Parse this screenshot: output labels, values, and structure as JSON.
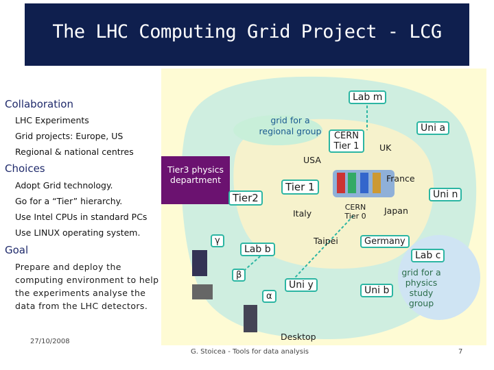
{
  "title": "The LHC Computing Grid Project - LCG",
  "left": {
    "collaboration": {
      "heading": "Collaboration",
      "items": [
        "LHC Experiments",
        "Grid projects: Europe, US",
        "Regional & national centres"
      ]
    },
    "choices": {
      "heading": "Choices",
      "items": [
        "Adopt Grid technology.",
        "Go for a “Tier” hierarchy.",
        "Use Intel CPUs in standard PCs",
        "Use LINUX operating system."
      ]
    },
    "goal": {
      "heading": "Goal",
      "text": "Prepare and deploy the computing environment to help the experiments analyse the data from the LHC detectors."
    }
  },
  "diagram": {
    "grid_regional": "grid for a regional group",
    "tier3": "Tier3 physics department",
    "tier2": "Tier2",
    "tier1": "Tier 1",
    "cern_tier1": "CERN Tier 1",
    "cern_tier0": "CERN Tier 0",
    "countries": {
      "usa": "USA",
      "uk": "UK",
      "france": "France",
      "italy": "Italy",
      "japan": "Japan",
      "taipei": "Taipei",
      "germany": "Germany"
    },
    "labs": {
      "lab_m": "Lab m",
      "lab_b": "Lab b",
      "lab_c": "Lab c"
    },
    "unis": {
      "uni_a": "Uni a",
      "uni_n": "Uni n",
      "uni_b": "Uni b",
      "uni_y": "Uni y"
    },
    "greek": {
      "gamma": "γ",
      "beta": "β",
      "alpha": "α"
    },
    "grid_physics": "grid for a physics study group",
    "desktop": "Desktop"
  },
  "footer": {
    "date": "27/10/2008",
    "text": "G. Stoicea - Tools for data analysis",
    "page": "7"
  },
  "colors": {
    "title_bg": "#0f1f4e",
    "accent_teal": "#2bb5a2",
    "outer_ring": "#cfeee0",
    "inner_ring": "#f6f2cc",
    "goal_text": "#1f2a6b"
  }
}
